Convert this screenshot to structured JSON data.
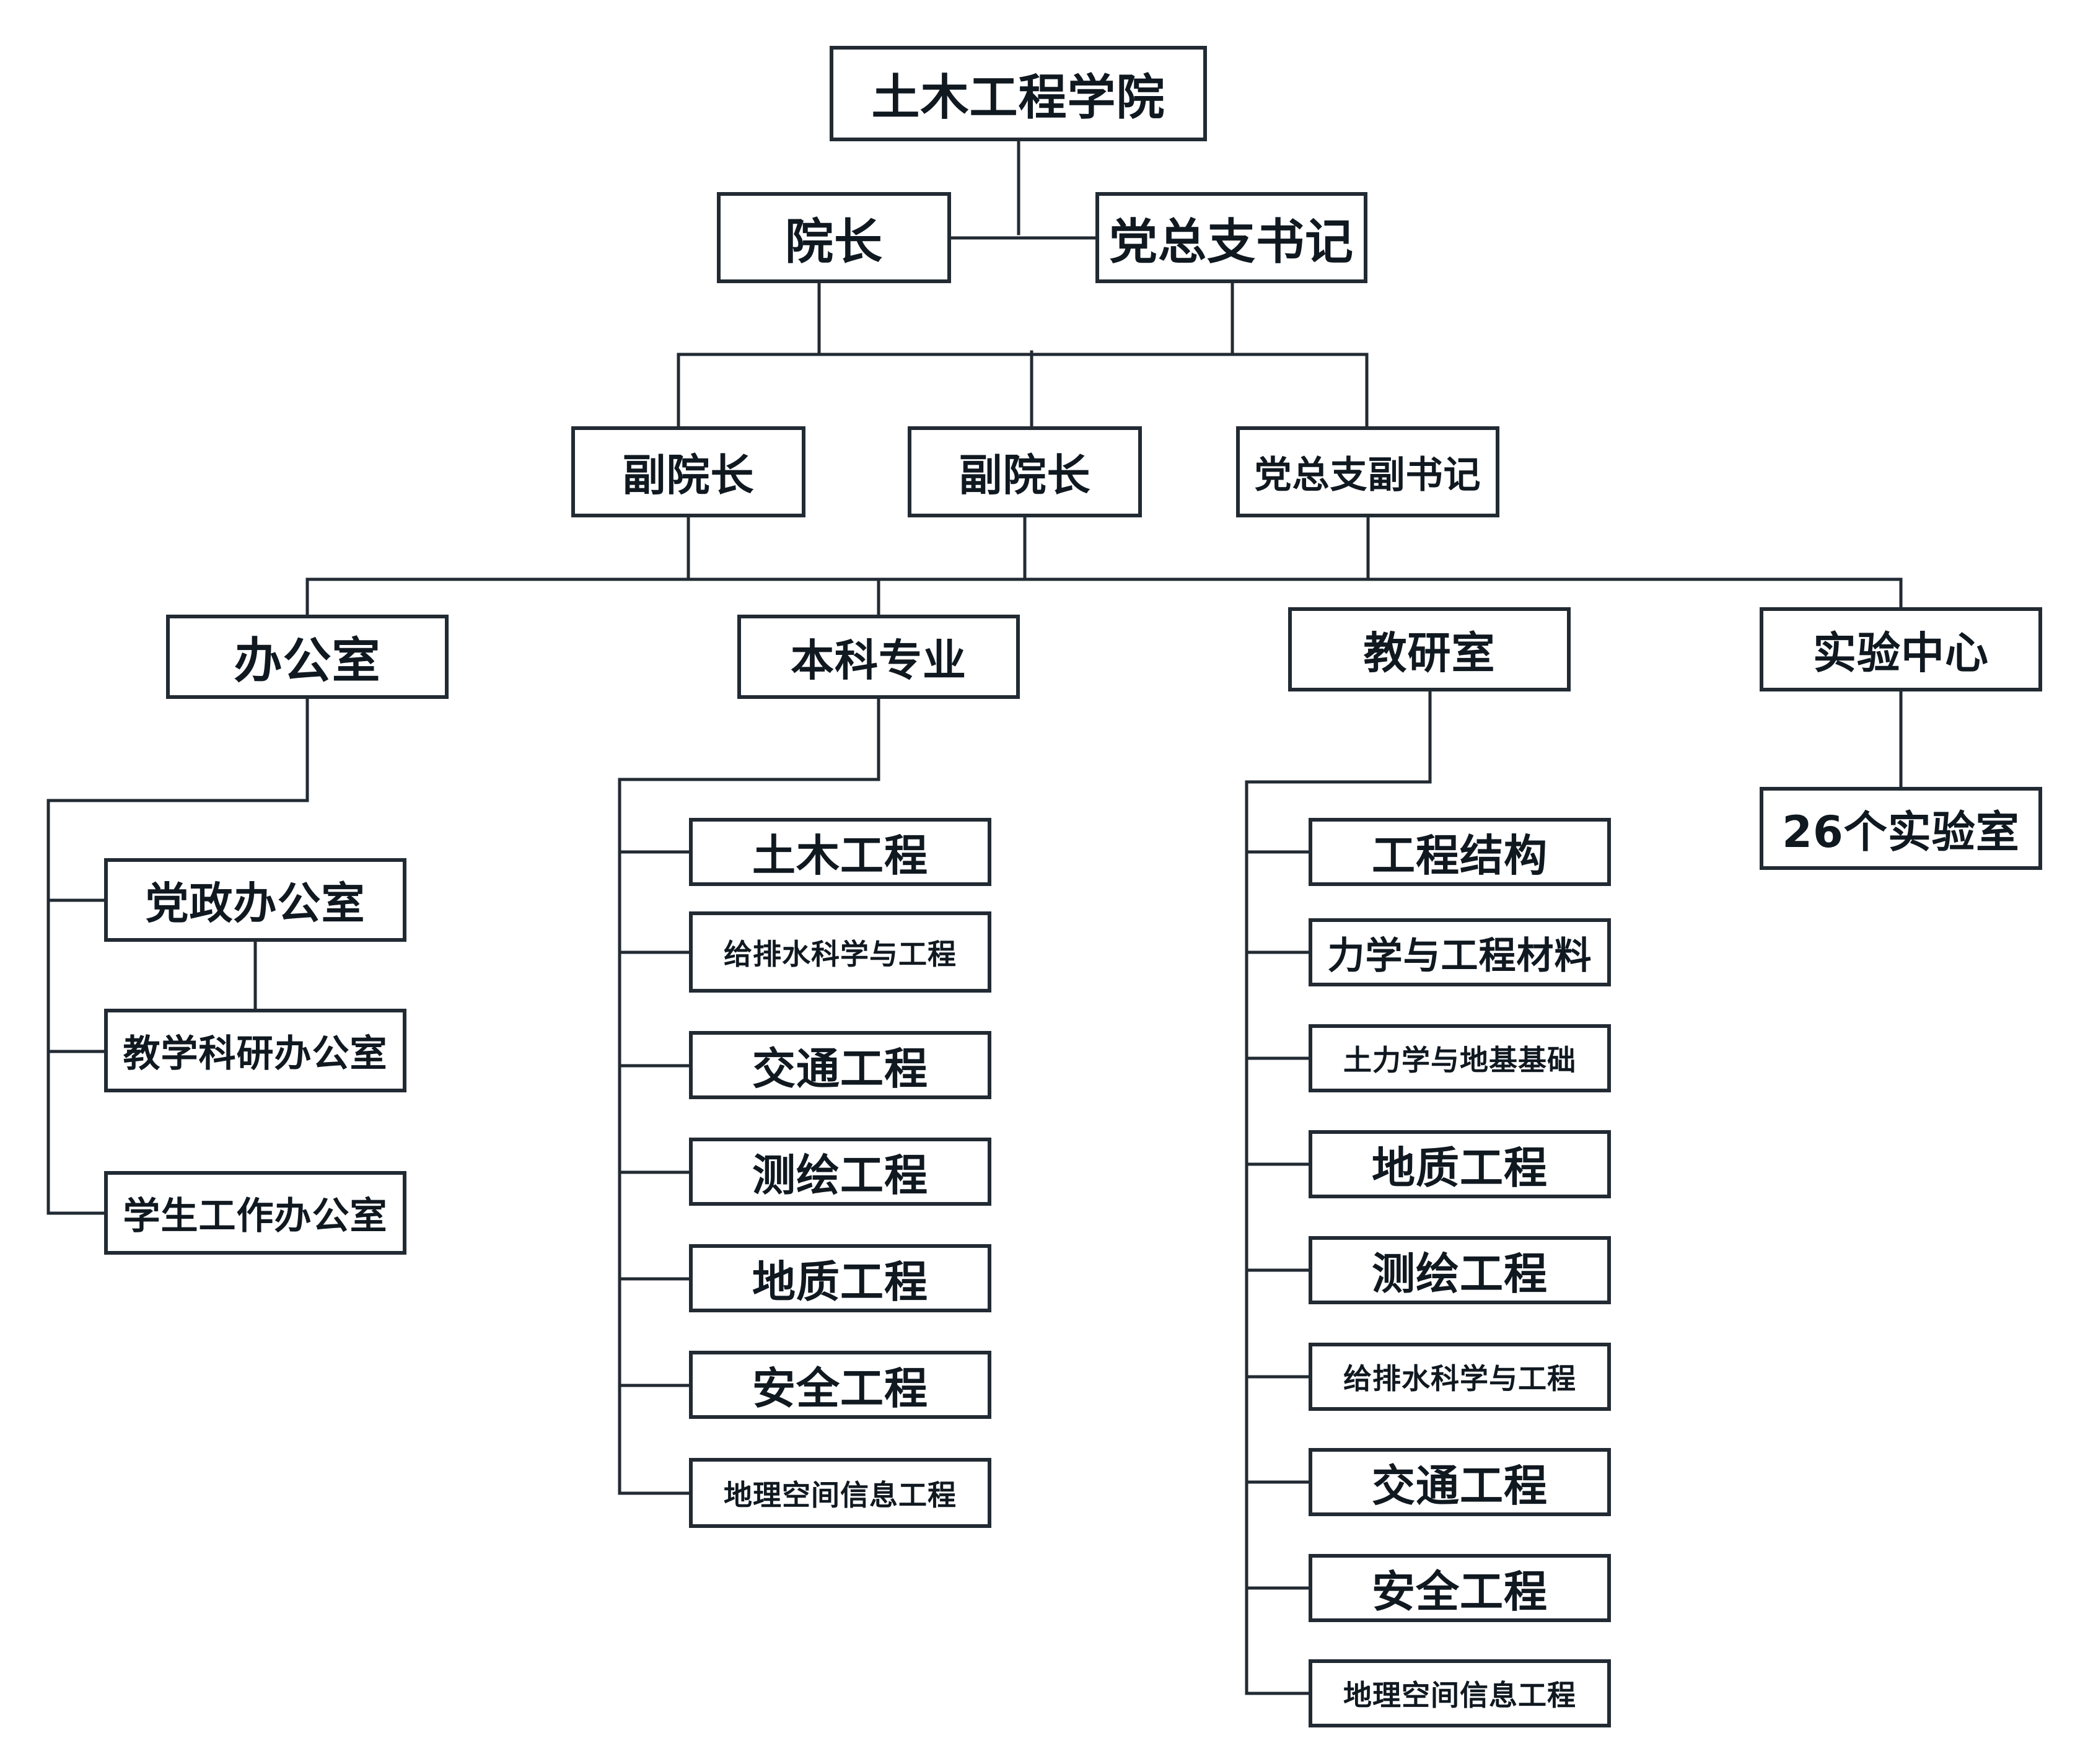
{
  "root": "土木工程学院",
  "leaders": {
    "dean": "院长",
    "party_secretary": "党总支书记"
  },
  "deputies": {
    "vice_dean_1": "副院长",
    "vice_dean_2": "副院长",
    "party_deputy_secretary": "党总支副书记"
  },
  "departments": {
    "office": {
      "label": "办公室",
      "children": [
        "党政办公室",
        "教学科研办公室",
        "学生工作办公室"
      ]
    },
    "undergrad": {
      "label": "本科专业",
      "children": [
        "土木工程",
        "给排水科学与工程",
        "交通工程",
        "测绘工程",
        "地质工程",
        "安全工程",
        "地理空间信息工程"
      ]
    },
    "research": {
      "label": "教研室",
      "children": [
        "工程结构",
        "力学与工程材料",
        "土力学与地基基础",
        "地质工程",
        "测绘工程",
        "给排水科学与工程",
        "交通工程",
        "安全工程",
        "地理空间信息工程"
      ]
    },
    "lab": {
      "label": "实验中心",
      "children": [
        "26个实验室"
      ]
    }
  },
  "colors": {
    "line": "#222a33",
    "text": "#101820",
    "background": "#ffffff"
  }
}
